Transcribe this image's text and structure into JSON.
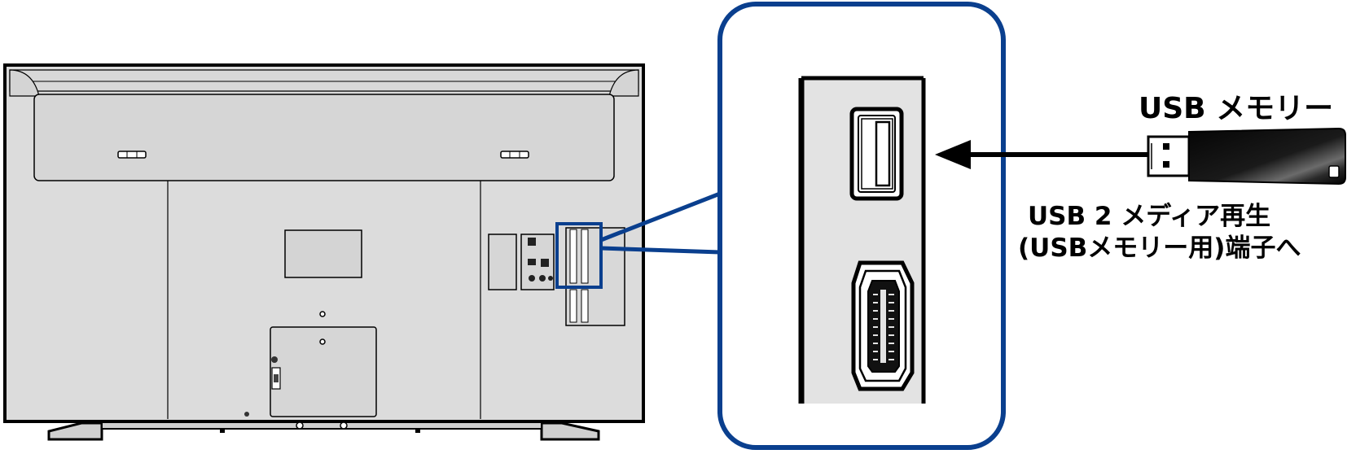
{
  "labels": {
    "usb_memory": "USB メモリー",
    "terminal_line1": "USB 2 メディア再生",
    "terminal_line2": "(USBメモリー用)端子へ"
  },
  "colors": {
    "callout_border": "#0a3f8e",
    "panel_gray": "#e3e3e3",
    "tv_gray": "#dcdcdc",
    "outline": "#000000"
  }
}
